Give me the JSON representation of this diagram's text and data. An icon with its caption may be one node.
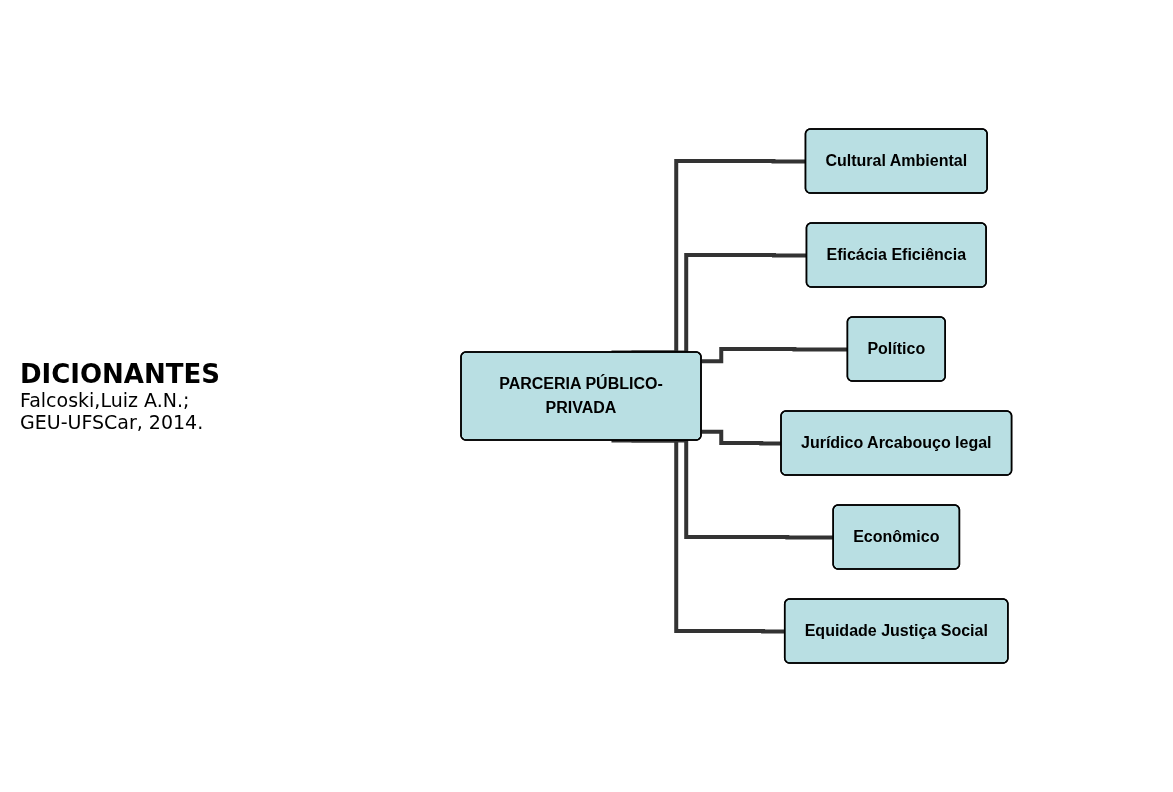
{
  "diagram": {
    "nodes": [
      {
        "text": [
          "PARCERIA PÚBLICO-PRIVADA"
        ]
      },
      {
        "text": [
          "Cultural Ambiental"
        ]
      },
      {
        "text": [
          "Eficácia Eficiência"
        ]
      },
      {
        "text": [
          "Político"
        ]
      },
      {
        "text": [
          "Jurídico Arcabouço legal"
        ]
      },
      {
        "text": [
          "Econômico"
        ]
      },
      {
        "text": [
          "Equidade Justiça Social"
        ]
      }
    ],
    "edges": [
      {
        "from": 0,
        "to": 1,
        "arrow": "none"
      },
      {
        "from": 0,
        "to": 2,
        "arrow": "none"
      },
      {
        "from": 0,
        "to": 3,
        "arrow": "none"
      },
      {
        "from": 0,
        "to": 4,
        "arrow": "none"
      },
      {
        "from": 0,
        "to": 5,
        "arrow": "none"
      },
      {
        "from": 0,
        "to": 6,
        "arrow": "none"
      }
    ],
    "labels": [
      "DICIONANTES",
      "Falcoski,Luiz A.N.;",
      "GEU-UFSCar, 2014."
    ]
  }
}
